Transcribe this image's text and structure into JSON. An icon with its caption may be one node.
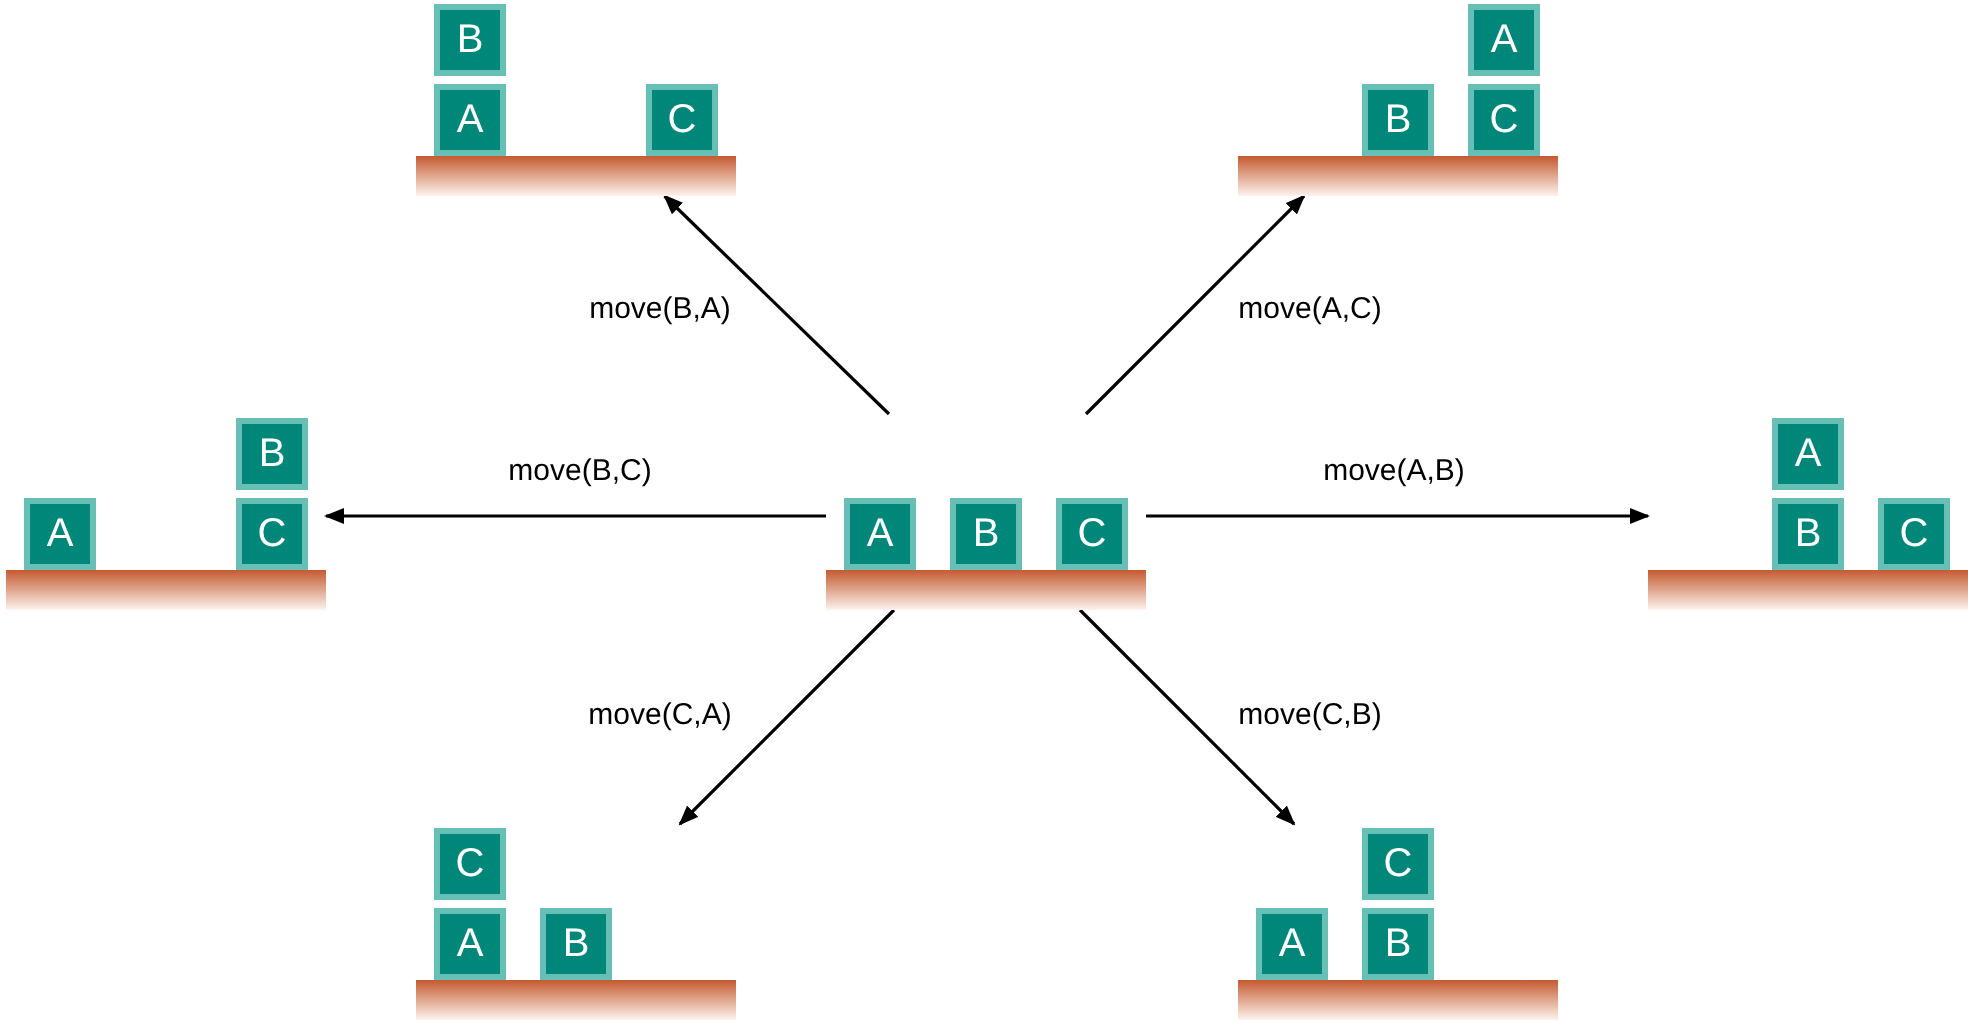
{
  "diagram": {
    "nodes": [
      {
        "text": [],
        "shape": "bar"
      },
      {
        "text": [
          "B"
        ],
        "in": 0
      },
      {
        "text": [
          "A"
        ],
        "in": 0
      },
      {
        "text": [
          "C"
        ],
        "in": 0
      },
      {
        "text": [],
        "shape": "bar"
      },
      {
        "text": [
          "A"
        ],
        "in": 4
      },
      {
        "text": [
          "B"
        ],
        "in": 4
      },
      {
        "text": [
          "C"
        ],
        "in": 4
      },
      {
        "text": [],
        "shape": "bar"
      },
      {
        "text": [
          "B"
        ],
        "in": 8
      },
      {
        "text": [
          "A"
        ],
        "in": 8
      },
      {
        "text": [
          "C"
        ],
        "in": 8
      },
      {
        "text": [],
        "shape": "bar"
      },
      {
        "text": [
          "A"
        ],
        "in": 12
      },
      {
        "text": [
          "B"
        ],
        "in": 12
      },
      {
        "text": [
          "C"
        ],
        "in": 12
      },
      {
        "text": [],
        "shape": "bar"
      },
      {
        "text": [
          "A"
        ],
        "in": 16
      },
      {
        "text": [
          "B"
        ],
        "in": 16
      },
      {
        "text": [
          "C"
        ],
        "in": 16
      },
      {
        "text": [],
        "shape": "bar"
      },
      {
        "text": [
          "C"
        ],
        "in": 20
      },
      {
        "text": [
          "A"
        ],
        "in": 20
      },
      {
        "text": [
          "B"
        ],
        "in": 20
      },
      {
        "text": [],
        "shape": "bar"
      },
      {
        "text": [
          "C"
        ],
        "in": 24
      },
      {
        "text": [
          "A"
        ],
        "in": 24
      },
      {
        "text": [
          "B"
        ],
        "in": 24
      }
    ],
    "edges": [
      {
        "from": 12,
        "to": 0,
        "arrow": "to",
        "label": "move(B,A)"
      },
      {
        "from": 12,
        "to": 4,
        "arrow": "to",
        "label": "move(A,C)"
      },
      {
        "from": 12,
        "to": 8,
        "arrow": "to",
        "label": "move(B,C)"
      },
      {
        "from": 12,
        "to": 16,
        "arrow": "to",
        "label": "move(A,B)"
      },
      {
        "from": 12,
        "to": 20,
        "arrow": "to",
        "label": "move(C,A)"
      },
      {
        "from": 12,
        "to": 24,
        "arrow": "to",
        "label": "move(C,B)"
      }
    ]
  }
}
